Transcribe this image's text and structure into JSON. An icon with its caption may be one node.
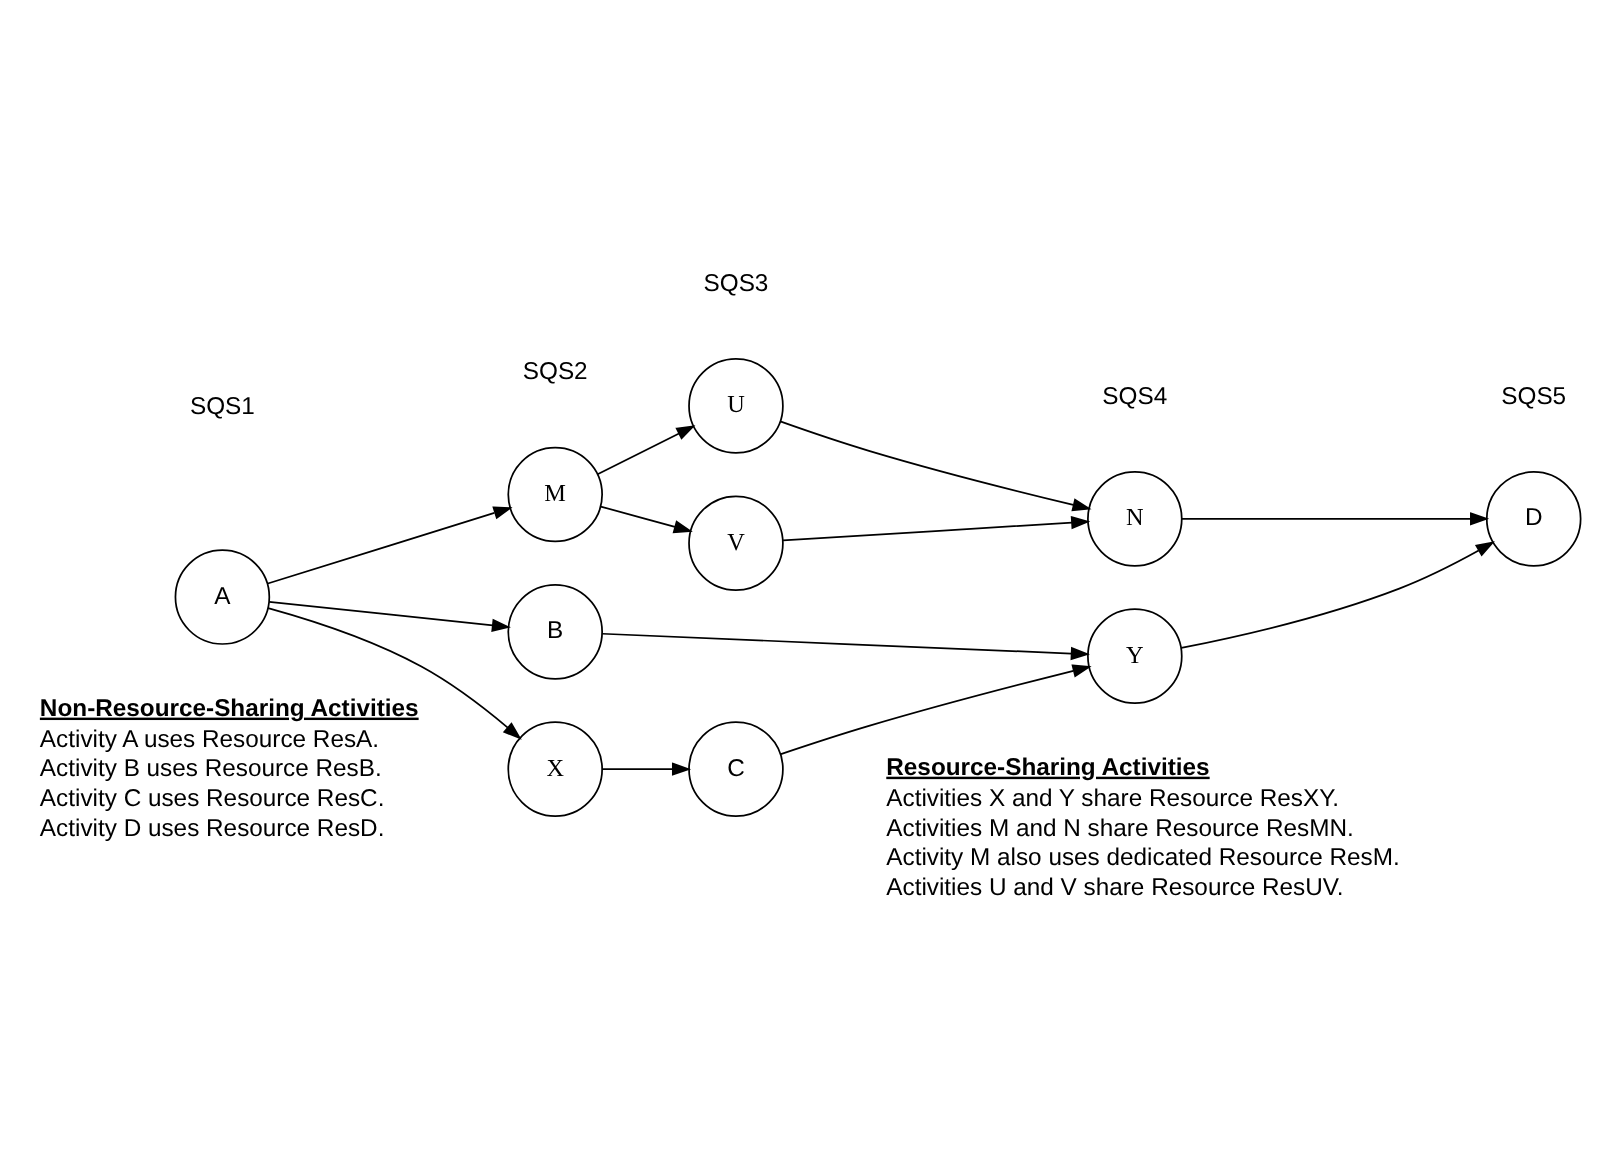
{
  "diagram": {
    "nodes": [
      {
        "text": [
          "A"
        ]
      },
      {
        "text": [
          "M"
        ]
      },
      {
        "text": [
          "U"
        ]
      },
      {
        "text": [
          "V"
        ]
      },
      {
        "text": [
          "N"
        ]
      },
      {
        "text": [
          "B"
        ]
      },
      {
        "text": [
          "Y"
        ]
      },
      {
        "text": [
          "X"
        ]
      },
      {
        "text": [
          "C"
        ]
      },
      {
        "text": [
          "D"
        ]
      }
    ],
    "edges": [
      {
        "from": 0,
        "to": 1,
        "arrow": "to"
      },
      {
        "from": 0,
        "to": 5,
        "arrow": "to"
      },
      {
        "from": 0,
        "to": 7,
        "arrow": "to"
      },
      {
        "from": 1,
        "to": 2,
        "arrow": "to"
      },
      {
        "from": 1,
        "to": 3,
        "arrow": "to"
      },
      {
        "from": 2,
        "to": 4,
        "arrow": "to"
      },
      {
        "from": 3,
        "to": 4,
        "arrow": "to"
      },
      {
        "from": 4,
        "to": 9,
        "arrow": "to"
      },
      {
        "from": 5,
        "to": 6,
        "arrow": "to"
      },
      {
        "from": 6,
        "to": 9,
        "arrow": "to"
      },
      {
        "from": 7,
        "to": 8,
        "arrow": "to"
      },
      {
        "from": 8,
        "to": 6,
        "arrow": "to"
      }
    ],
    "labels": [
      "SQS1",
      "SQS2",
      "SQS3",
      "SQS4",
      "SQS5",
      "Non-Resource-Sharing Activities",
      "Activity A uses Resource ResA.",
      "Activity B uses Resource ResB.",
      "Activity C uses Resource ResC.",
      "Activity D uses Resource ResD.",
      "Resource-Sharing Activities",
      "Activities X and Y share Resource ResXY.",
      "Activities M and N share Resource ResMN.",
      "Activity M also uses dedicated Resource ResM.",
      "Activities U and V share Resource ResUV."
    ]
  }
}
